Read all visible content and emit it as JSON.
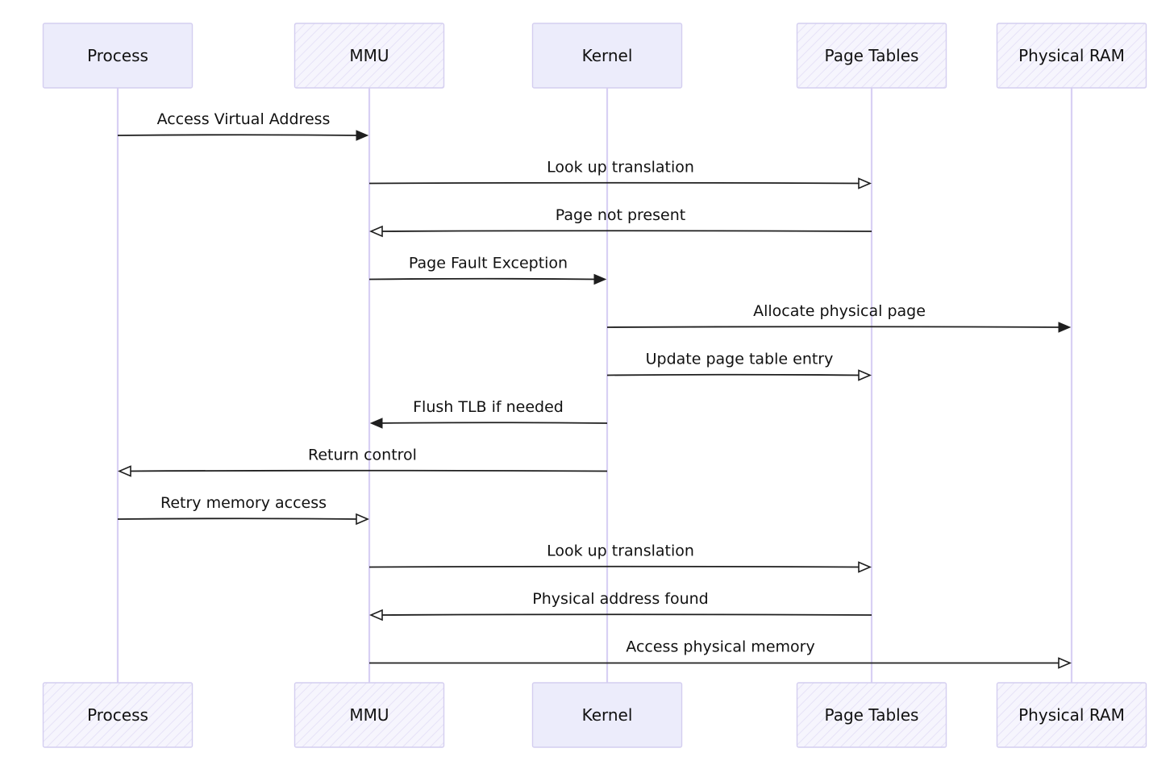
{
  "diagram": {
    "type": "sequence",
    "participants": [
      {
        "id": "process",
        "label": "Process"
      },
      {
        "id": "mmu",
        "label": "MMU"
      },
      {
        "id": "kernel",
        "label": "Kernel"
      },
      {
        "id": "page_tables",
        "label": "Page Tables"
      },
      {
        "id": "physical_ram",
        "label": "Physical RAM"
      }
    ],
    "messages": [
      {
        "from": "process",
        "to": "mmu",
        "label": "Access Virtual Address",
        "arrow": "filled"
      },
      {
        "from": "mmu",
        "to": "page_tables",
        "label": "Look up translation",
        "arrow": "open"
      },
      {
        "from": "page_tables",
        "to": "mmu",
        "label": "Page not present",
        "arrow": "open"
      },
      {
        "from": "mmu",
        "to": "kernel",
        "label": "Page Fault Exception",
        "arrow": "filled"
      },
      {
        "from": "kernel",
        "to": "physical_ram",
        "label": "Allocate physical page",
        "arrow": "filled"
      },
      {
        "from": "kernel",
        "to": "page_tables",
        "label": "Update page table entry",
        "arrow": "open"
      },
      {
        "from": "kernel",
        "to": "mmu",
        "label": "Flush TLB if needed",
        "arrow": "filled"
      },
      {
        "from": "kernel",
        "to": "process",
        "label": "Return control",
        "arrow": "open"
      },
      {
        "from": "process",
        "to": "mmu",
        "label": "Retry memory access",
        "arrow": "open"
      },
      {
        "from": "mmu",
        "to": "page_tables",
        "label": "Look up translation",
        "arrow": "open"
      },
      {
        "from": "page_tables",
        "to": "mmu",
        "label": "Physical address found",
        "arrow": "open"
      },
      {
        "from": "mmu",
        "to": "physical_ram",
        "label": "Access physical memory",
        "arrow": "open"
      }
    ],
    "colors": {
      "actor_fill": "#ececfb",
      "actor_border": "#d4cef0",
      "lifeline": "#d8d0f4",
      "arrow": "#1f1f1f",
      "text": "#111111"
    }
  }
}
